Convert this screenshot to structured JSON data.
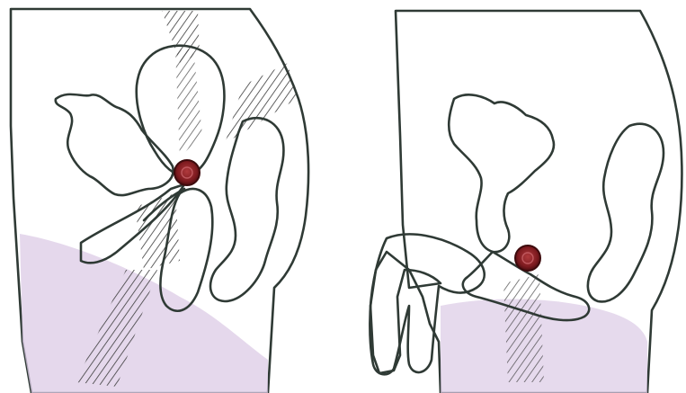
{
  "figure": {
    "panels": [
      {
        "id": "left",
        "subject": "pelvic-cross-section-female"
      },
      {
        "id": "right",
        "subject": "pelvic-cross-section-male"
      }
    ],
    "palette": {
      "background": "#ffffff",
      "tissue_green": "#cfe6dc",
      "tissue_green_dark": "#bddbcf",
      "organ_pink": "#dccbe6",
      "organ_pink_dark": "#cdb6dc",
      "marker_red": "#8a1f24",
      "outline": "#2f3a35",
      "hatch": "#3a3a3a"
    }
  }
}
